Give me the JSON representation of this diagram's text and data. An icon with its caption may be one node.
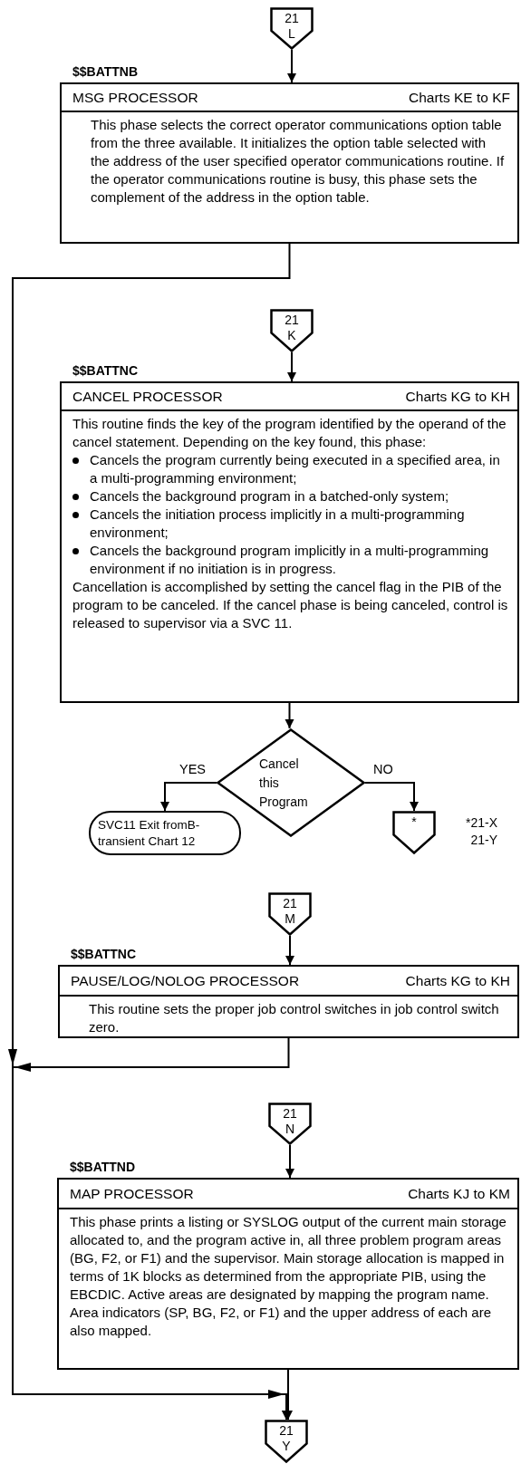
{
  "diagram": {
    "nodes": [
      {
        "text": [
          "21",
          "L"
        ]
      },
      {
        "text": [
          "$$BATTNB",
          "MSG PROCESSOR",
          "Charts KE to KF",
          "This phase selects the correct operator communications option table from the three available.  It initializes the option table selected with the address of the user specified operator communications routine.  If the operator communications routine is busy, this phase sets the complement of the address in the option table."
        ]
      },
      {
        "text": [
          "21",
          "K"
        ]
      },
      {
        "text": [
          "$$BATTNC",
          "CANCEL PROCESSOR",
          "Charts KG to KH",
          "This routine finds the key of the program identified by the operand of the cancel statement.  Depending on the key found, this phase:",
          "Cancels the program currently being executed in a specified area, in a multi-programming environment;",
          "Cancels the background program in a batched-only system;",
          "Cancels the initiation process implicitly in a multi-programming environment;",
          "Cancels the background program implicitly in a multi-programming environment if no initiation is in progress.",
          "Cancellation is accomplished by setting the cancel flag in the PIB of the program to be canceled.  If the cancel phase is being canceled, control is released to supervisor via a SVC 11."
        ]
      },
      {
        "text": [
          "Cancel this Program"
        ]
      },
      {
        "text": [
          "SVC11 Exit fromB- transient Chart 12"
        ]
      },
      {
        "text": [
          "*"
        ],
        "beside": [
          "*21-X",
          "21-Y"
        ]
      },
      {
        "text": [
          "21",
          "M"
        ]
      },
      {
        "text": [
          "$$BATTNC",
          "PAUSE/LOG/NOLOG PROCESSOR",
          "Charts KG to KH",
          "This routine sets the proper job control switches in job control switch zero."
        ]
      },
      {
        "text": [
          "21",
          "N"
        ]
      },
      {
        "text": [
          "$$BATTND",
          "MAP PROCESSOR",
          "Charts KJ to KM",
          "This phase prints a listing or SYSLOG output of the current main storage allocated to, and the program active in, all three problem program areas (BG, F2, or F1) and the supervisor.  Main storage allocation is mapped in terms of 1K blocks as determined from the appropriate PIB, using the EBCDIC.  Active areas are designated by mapping the program name.  Area indicators (SP, BG, F2, or F1) and the upper address of each are also mapped."
        ]
      },
      {
        "text": [
          "21",
          "Y"
        ]
      }
    ],
    "edges": [
      {
        "from": 0,
        "to": 1,
        "arrow": "to"
      },
      {
        "from": 1,
        "to": 11,
        "arrow": "to"
      },
      {
        "from": 2,
        "to": 3,
        "arrow": "to"
      },
      {
        "from": 3,
        "to": 4,
        "arrow": "to"
      },
      {
        "from": 4,
        "to": 5,
        "arrow": "to",
        "label": "YES"
      },
      {
        "from": 4,
        "to": 6,
        "arrow": "to",
        "label": "NO"
      },
      {
        "from": 7,
        "to": 8,
        "arrow": "to"
      },
      {
        "from": 8,
        "to": 11,
        "arrow": "to"
      },
      {
        "from": 9,
        "to": 10,
        "arrow": "to"
      },
      {
        "from": 10,
        "to": 11,
        "arrow": "to"
      }
    ]
  }
}
